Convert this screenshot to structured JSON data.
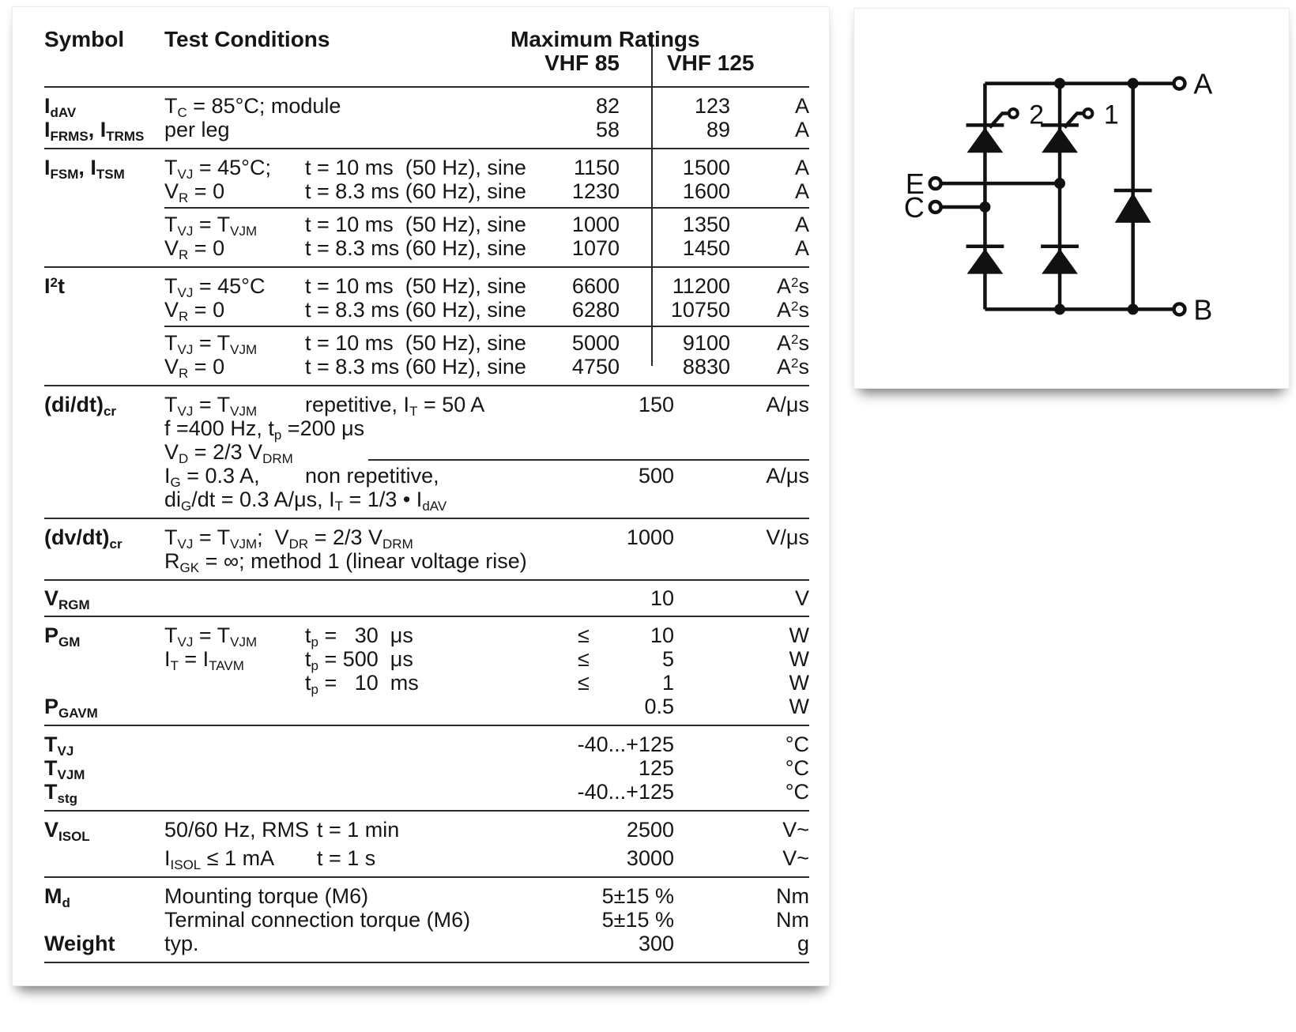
{
  "header": {
    "symbol": "Symbol",
    "conditions": "Test Conditions",
    "ratings": "Maximum Ratings",
    "col1": "VHF 85",
    "col2": "VHF 125"
  },
  "sections": [
    {
      "rows": [
        {
          "sym": "I_{dAV}",
          "cond": "T_{C} = 85°C; module",
          "v85": "82",
          "v125": "123",
          "unit": "A"
        },
        {
          "sym": "I_{FRMS}, I_{TRMS}",
          "cond": "per leg",
          "v85": "58",
          "v125": "89",
          "unit": "A"
        }
      ]
    },
    {
      "rows": [
        {
          "sym": "I_{FSM}, I_{TSM}",
          "a": "T_{VJ} = 45°C;",
          "b": "t = 10 ms  (50 Hz), sine",
          "v85": "1150",
          "v125": "1500",
          "unit": "A"
        },
        {
          "a": "V_{R} = 0",
          "b": "t = 8.3 ms (60 Hz), sine",
          "v85": "1230",
          "v125": "1600",
          "unit": "A"
        },
        {
          "divider": true,
          "start": 152
        },
        {
          "a": "T_{VJ} = T_{VJM}",
          "b": "t = 10 ms  (50 Hz), sine",
          "v85": "1000",
          "v125": "1350",
          "unit": "A"
        },
        {
          "a": "V_{R} = 0",
          "b": "t = 8.3 ms (60 Hz), sine",
          "v85": "1070",
          "v125": "1450",
          "unit": "A"
        }
      ]
    },
    {
      "rows": [
        {
          "sym": "I^{2}t",
          "a": "T_{VJ} = 45°C",
          "b": "t = 10 ms  (50 Hz), sine",
          "v85": "6600",
          "v125": "11200",
          "unit": "A^{2}s"
        },
        {
          "a": "V_{R} = 0",
          "b": "t = 8.3 ms (60 Hz), sine",
          "v85": "6280",
          "v125": "10750",
          "unit": "A^{2}s"
        },
        {
          "divider": true,
          "start": 152
        },
        {
          "a": "T_{VJ} = T_{VJM}",
          "b": "t = 10 ms  (50 Hz), sine",
          "v85": "5000",
          "v125": "9100",
          "unit": "A^{2}s"
        },
        {
          "a": "V_{R} = 0",
          "b": "t = 8.3 ms (60 Hz), sine",
          "v85": "4750",
          "v125": "8830",
          "unit": "A^{2}s"
        }
      ]
    },
    {
      "rows": [
        {
          "sym": "(di/dt)_{cr}",
          "a": "T_{VJ} = T_{VJM}",
          "b": "repetitive, I_{T} = 50 A",
          "merged": "150",
          "unit": "A/μs"
        },
        {
          "cond": "f =400 Hz, t_{p} =200 μs"
        },
        {
          "cond": "V_{D} = 2/3 V_{DRM}",
          "inline_divider_start": 410
        },
        {
          "a": "I_{G} = 0.3 A,",
          "b": "non repetitive,",
          "merged": "500",
          "unit": "A/μs"
        },
        {
          "cond": "di_{G}/dt = 0.3 A/μs, I_{T} = 1/3 • I_{dAV}"
        }
      ]
    },
    {
      "rows": [
        {
          "sym": "(dv/dt)_{cr}",
          "cond": "T_{VJ} = T_{VJM};  V_{DR} = 2/3 V_{DRM}",
          "merged": "1000",
          "unit": "V/μs"
        },
        {
          "cond": "R_{GK} = ∞; method 1 (linear voltage rise)"
        }
      ]
    },
    {
      "small": true,
      "rows": [
        {
          "sym": "V_{RGM}",
          "merged": "10",
          "unit": "V"
        }
      ]
    },
    {
      "rows": [
        {
          "sym": "P_{GM}",
          "a": "T_{VJ} = T_{VJM}",
          "b": "t_{p} =   30  μs",
          "pre": "≤",
          "merged": "10",
          "unit": "W"
        },
        {
          "a": "I_{T} = I_{TAVM}",
          "b": "t_{p} = 500  μs",
          "pre": "≤",
          "merged": "5",
          "unit": "W"
        },
        {
          "b": "t_{p} =   10  ms",
          "pre": "≤",
          "merged": "1",
          "unit": "W"
        },
        {
          "sym": "P_{GAVM}",
          "merged": "0.5",
          "unit": "W"
        }
      ]
    },
    {
      "rows": [
        {
          "sym": "T_{VJ}",
          "merged": "-40...+125",
          "unit": "°C"
        },
        {
          "sym": "T_{VJM}",
          "merged": "125",
          "unit": "°C"
        },
        {
          "sym": "T_{stg}",
          "merged": "-40...+125",
          "unit": "°C"
        }
      ]
    },
    {
      "rows": [
        {
          "sym": "V_{ISOL}",
          "a": "50/60 Hz, RMS",
          "b": "  t = 1 min",
          "merged": "2500",
          "unit": "V~"
        },
        {
          "gap": 6
        },
        {
          "a": "I_{ISOL} ≤ 1 mA",
          "b": "  t = 1 s",
          "merged": "3000",
          "unit": "V~"
        }
      ]
    },
    {
      "rows": [
        {
          "sym": "M_{d}",
          "cond": "Mounting torque (M6)",
          "merged": "5±15 %",
          "unit": "Nm"
        },
        {
          "cond": "Terminal connection torque (M6)",
          "merged": "5±15 %",
          "unit": "Nm"
        },
        {
          "sym": "Weight",
          "cond": "typ.",
          "merged": "300",
          "unit": "g"
        }
      ]
    }
  ],
  "diagram": {
    "labels": {
      "terminal_a": "A",
      "terminal_b": "B",
      "terminal_e": "E",
      "terminal_c": "C",
      "gate_1": "1",
      "gate_2": "2"
    },
    "line_color": "#111111"
  }
}
